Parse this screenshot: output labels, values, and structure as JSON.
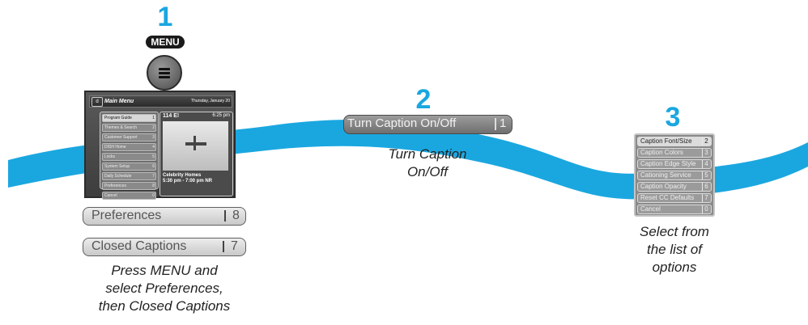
{
  "colors": {
    "accent": "#1aa7e0",
    "swoosh": "#1aa7e0",
    "pill": "#d9d9d9"
  },
  "steps": [
    {
      "number": "1",
      "menu_label": "MENU",
      "icon": "menu-button-icon",
      "tv": {
        "title": "Main Menu",
        "date": "Thursday, January 20",
        "items": [
          {
            "label": "Program Guide",
            "n": "1"
          },
          {
            "label": "Themes & Search",
            "n": "2"
          },
          {
            "label": "Customer Support",
            "n": "3"
          },
          {
            "label": "DISH Home",
            "n": "4"
          },
          {
            "label": "Locks",
            "n": "5"
          },
          {
            "label": "System Setup",
            "n": "6"
          },
          {
            "label": "Daily Schedule",
            "n": "7"
          },
          {
            "label": "Preferences",
            "n": "8"
          },
          {
            "label": "Cancel",
            "n": "0"
          }
        ],
        "preview_channel": "114 E!",
        "preview_time": "6:25 pm",
        "preview_show": "Celebrity Homes",
        "preview_slot": "5:30 pm - 7:00 pm   NR"
      },
      "pills": [
        {
          "label": "Preferences",
          "n": "8"
        },
        {
          "label": "Closed Captions",
          "n": "7"
        }
      ],
      "caption_lines": [
        "Press MENU and",
        "select Preferences,",
        "then Closed Captions"
      ]
    },
    {
      "number": "2",
      "pill": {
        "label": "Turn Caption On/Off",
        "n": "1"
      },
      "caption_lines": [
        "Turn Caption",
        "On/Off"
      ]
    },
    {
      "number": "3",
      "options": [
        {
          "label": "Caption Font/Size",
          "n": "2"
        },
        {
          "label": "Caption Colors",
          "n": "3"
        },
        {
          "label": "Caption Edge Style",
          "n": "4"
        },
        {
          "label": "Cationing Service",
          "n": "5"
        },
        {
          "label": "Caption Opacity",
          "n": "6"
        },
        {
          "label": "Reset CC Defaults",
          "n": "7"
        },
        {
          "label": "Cancel",
          "n": "0"
        }
      ],
      "caption_lines": [
        "Select from",
        "the list of",
        "options"
      ]
    }
  ]
}
